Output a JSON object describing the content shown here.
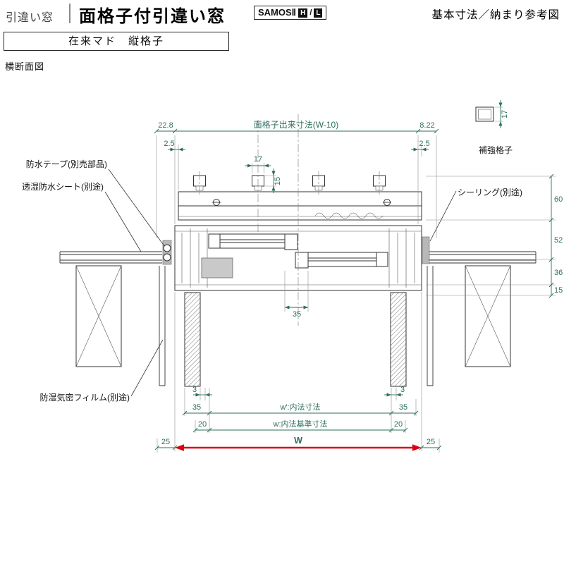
{
  "header": {
    "category": "引違い窓",
    "title": "面格子付引違い窓",
    "brand": "SAMOSⅡ",
    "badge_h": "H",
    "badge_slash": "/",
    "badge_l": "L",
    "right_note": "基本寸法／納まり参考図"
  },
  "subheader": "在来マド　縦格子",
  "section_label": "横断面図",
  "labels": {
    "waterproof_tape": "防水テープ(別売部品)",
    "breathable_sheet": "透湿防水シート(別途)",
    "sealing": "シーリング(別途)",
    "reinforcing_lattice": "補強格子",
    "moisture_film": "防湿気密フィルム(別途)"
  },
  "dims": {
    "top_left_chain": "22.8",
    "top_title": "面格子出来寸法(W-10)",
    "top_right_chain": "8.22",
    "offset_left": "2.5",
    "offset_right": "2.5",
    "bar_width": "17",
    "bar_depth": "15",
    "reinforce_depth": "17",
    "v60": "60",
    "v52": "52",
    "v36": "36",
    "v15": "15",
    "interlock": "35",
    "d3_left": "3",
    "d3_right": "3",
    "d35_left": "35",
    "d35_right": "35",
    "w_inner": "w':内法寸法",
    "d20_left": "20",
    "d20_right": "20",
    "w_base": "w:内法基準寸法",
    "d25_left": "25",
    "d25_right": "25",
    "W_label": "W"
  },
  "colors": {
    "dimension": "#2e6e5e",
    "red": "#dd0010",
    "line": "#333333"
  }
}
